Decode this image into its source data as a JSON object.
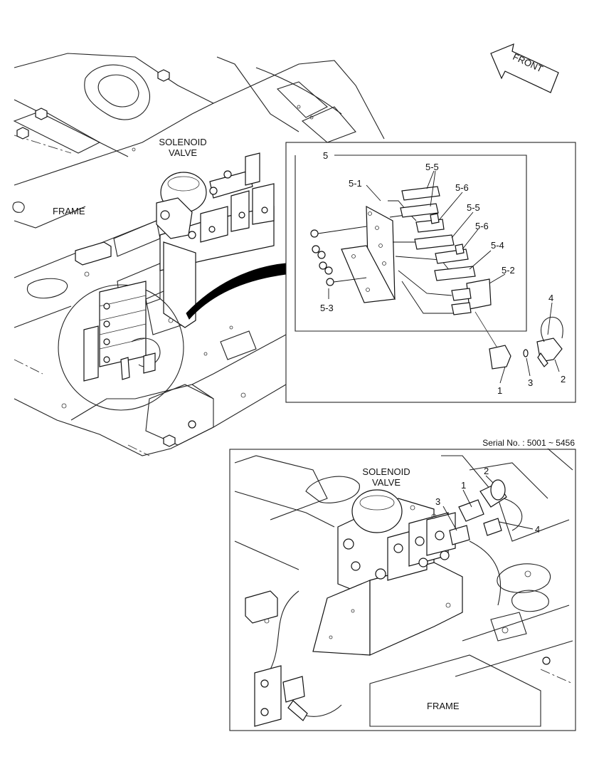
{
  "labels": {
    "front": "FRONT",
    "solenoid_valve_top": [
      "SOLENOID",
      "VALVE"
    ],
    "frame_top": "FRAME",
    "serial_no": "Serial No. : 5001 ~ 5456",
    "solenoid_valve_bottom": [
      "SOLENOID",
      "VALVE"
    ],
    "frame_bottom": "FRAME"
  },
  "callouts_detail": {
    "assembly": "5",
    "p5_1": "5-1",
    "p5_5a": "5-5",
    "p5_6a": "5-6",
    "p5_5b": "5-5",
    "p5_6b": "5-6",
    "p5_4": "5-4",
    "p5_2": "5-2",
    "p5_3": "5-3",
    "p1": "1",
    "p2": "2",
    "p3": "3",
    "p4": "4"
  },
  "callouts_bottom": {
    "p1": "1",
    "p2": "2",
    "p3": "3",
    "p4": "4"
  }
}
